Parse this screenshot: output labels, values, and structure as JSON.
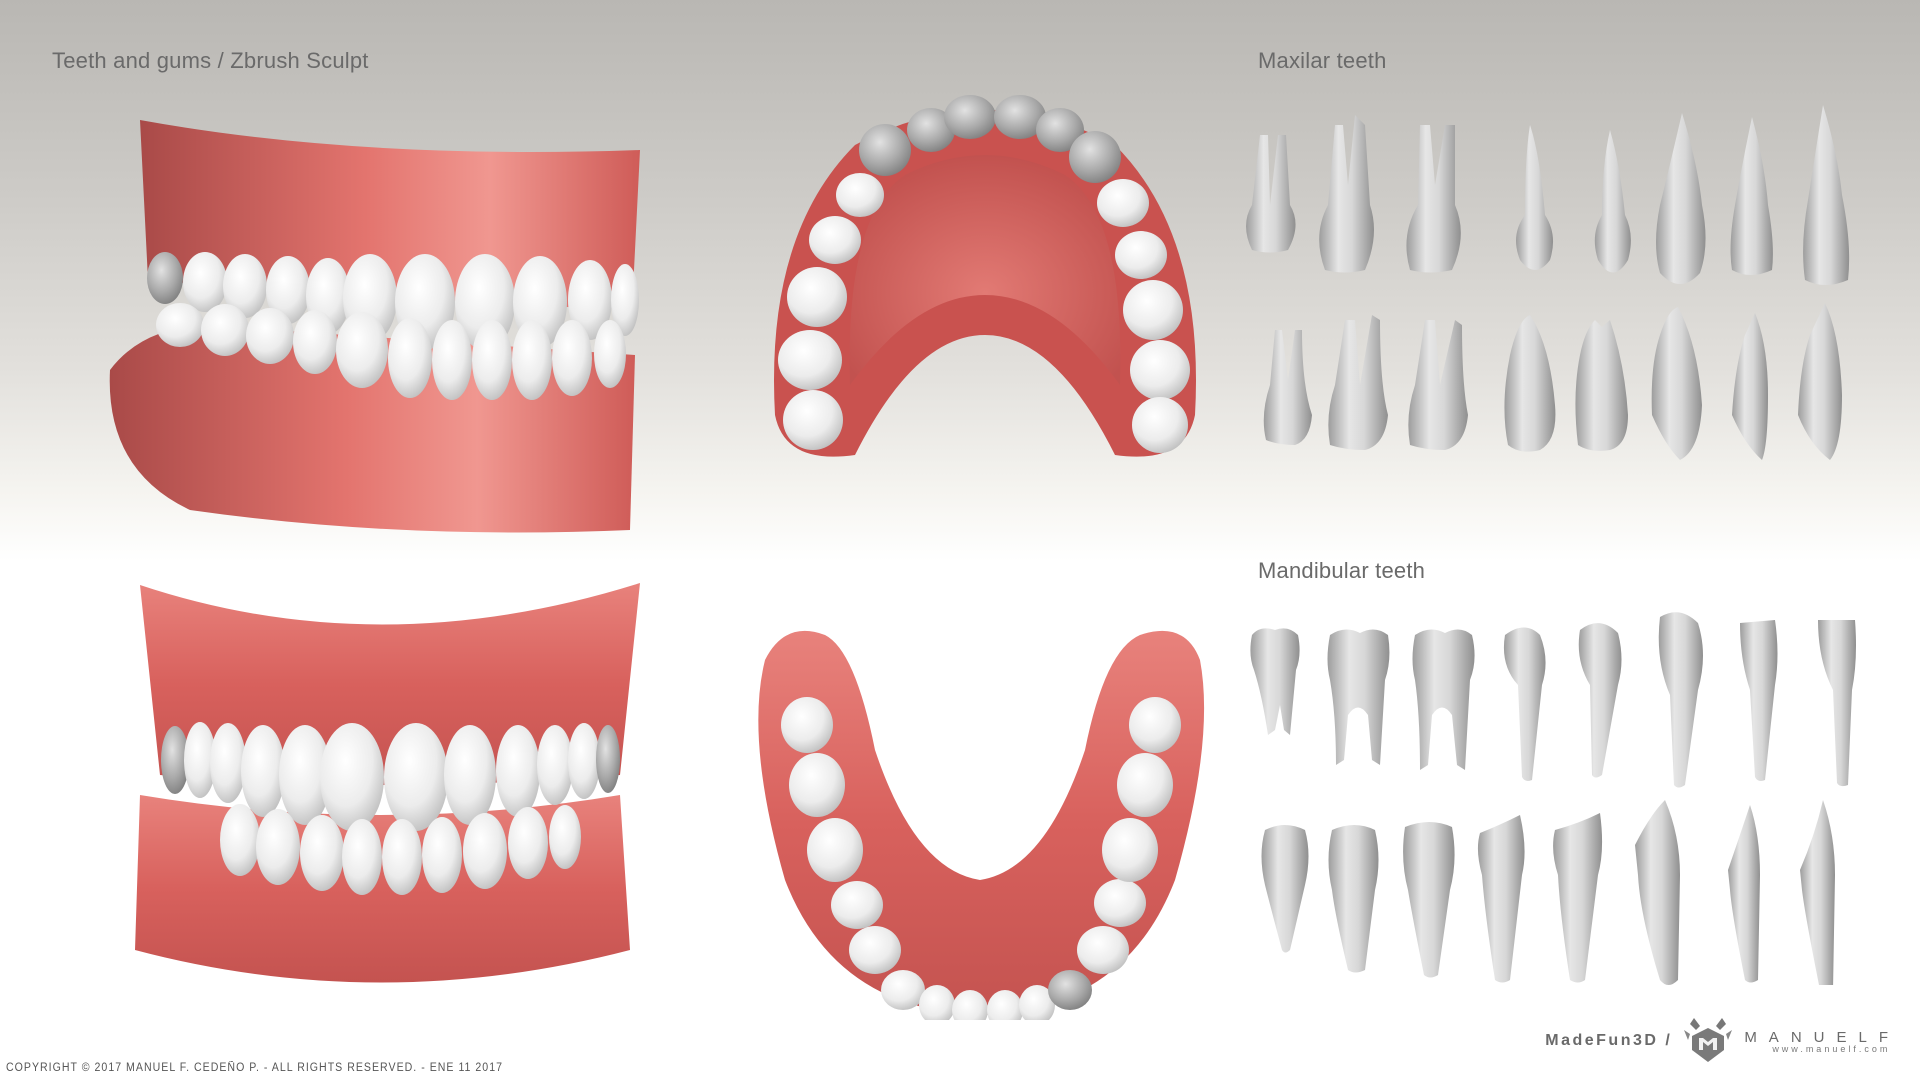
{
  "titles": {
    "main": "Teeth and gums / Zbrush Sculpt",
    "maxilar": "Maxilar teeth",
    "mandibular": "Mandibular teeth"
  },
  "panels": [
    {
      "id": "occlusion-three-quarter",
      "description": "Teeth and gums in occlusion, three-quarter view"
    },
    {
      "id": "occlusion-front",
      "description": "Teeth and gums in occlusion, front view"
    },
    {
      "id": "upper-arch-occlusal",
      "description": "Maxillary arch, occlusal view"
    },
    {
      "id": "lower-arch-occlusal",
      "description": "Mandibular arch, occlusal view"
    }
  ],
  "maxilar_teeth": {
    "rows": 2,
    "per_row": 8
  },
  "mandibular_teeth": {
    "rows": 2,
    "per_row": 8
  },
  "footer": {
    "copyright": "COPYRIGHT © 2017 MANUEL F. CEDEÑO P.  - ALL RIGHTS RESERVED.   -  ENE 11 2017",
    "brand_left": "MadeFun3D /",
    "brand_name": "MANUELF",
    "brand_url": "www.manuelf.com",
    "logo_icon": "manuelf-logo-icon"
  },
  "colors": {
    "gum": "#d9635f",
    "gum_light": "#f29a93",
    "gum_dark": "#a94845",
    "tooth": "#f1f1f1",
    "tooth_shade": "#b8b8b8",
    "text": "#6a6a6a"
  }
}
